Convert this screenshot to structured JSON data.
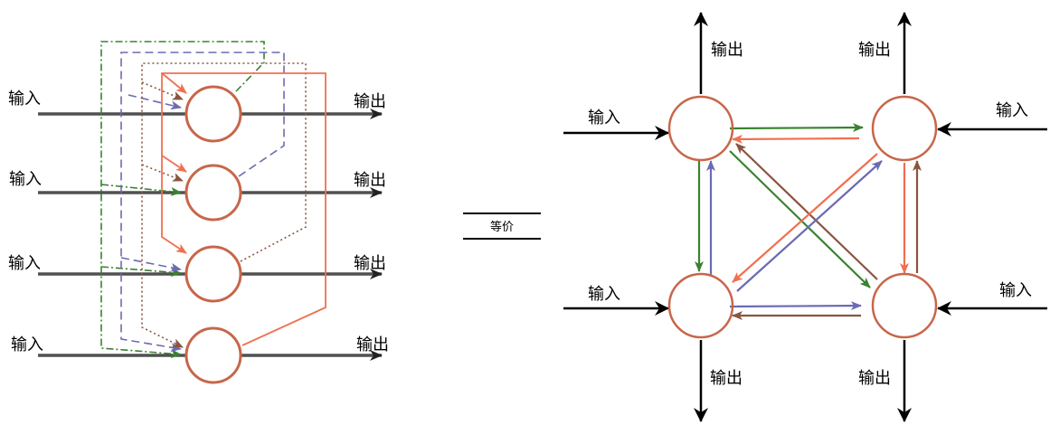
{
  "labels": {
    "input": "输入",
    "output": "输出",
    "equivalent": "等价"
  },
  "colors": {
    "node_stroke": "#c8664a",
    "main_line": "#505050",
    "arrow_black": "#000000",
    "green": "#3a8230",
    "blue": "#6a6ab4",
    "brown": "#8b5440",
    "salmon": "#f07050"
  },
  "left_diagram": {
    "title": "unrolled",
    "nodes": [
      {
        "id": "n1",
        "input": "输入",
        "output": "输出"
      },
      {
        "id": "n2",
        "input": "输入",
        "output": "输出"
      },
      {
        "id": "n3",
        "input": "输入",
        "output": "输出"
      },
      {
        "id": "n4",
        "input": "输入",
        "output": "输出"
      }
    ],
    "feedback": [
      {
        "from": "n1",
        "style": "dash-dot",
        "color": "green",
        "to": [
          "n2",
          "n3",
          "n4"
        ]
      },
      {
        "from": "n2",
        "style": "dashed",
        "color": "blue",
        "to": [
          "n1",
          "n3",
          "n4"
        ]
      },
      {
        "from": "n3",
        "style": "dotted",
        "color": "brown",
        "to": [
          "n1",
          "n2",
          "n4"
        ]
      },
      {
        "from": "n4",
        "style": "solid",
        "color": "salmon",
        "to": [
          "n1",
          "n2",
          "n3"
        ]
      }
    ]
  },
  "right_diagram": {
    "nodes": [
      {
        "id": "tl",
        "input": "输入",
        "output": "输出"
      },
      {
        "id": "tr",
        "input": "输入",
        "output": "输出"
      },
      {
        "id": "bl",
        "input": "输入",
        "output": "输出"
      },
      {
        "id": "br",
        "input": "输入",
        "output": "输出"
      }
    ],
    "edges": [
      {
        "from": "tl",
        "to": "tr",
        "color": "green"
      },
      {
        "from": "tr",
        "to": "tl",
        "color": "salmon"
      },
      {
        "from": "tl",
        "to": "bl",
        "color": "green"
      },
      {
        "from": "bl",
        "to": "tl",
        "color": "blue"
      },
      {
        "from": "tl",
        "to": "br",
        "color": "green"
      },
      {
        "from": "br",
        "to": "tl",
        "color": "brown"
      },
      {
        "from": "tr",
        "to": "bl",
        "color": "salmon"
      },
      {
        "from": "bl",
        "to": "tr",
        "color": "blue"
      },
      {
        "from": "tr",
        "to": "br",
        "color": "salmon"
      },
      {
        "from": "br",
        "to": "tr",
        "color": "brown"
      },
      {
        "from": "bl",
        "to": "br",
        "color": "blue"
      },
      {
        "from": "br",
        "to": "bl",
        "color": "brown"
      }
    ]
  }
}
